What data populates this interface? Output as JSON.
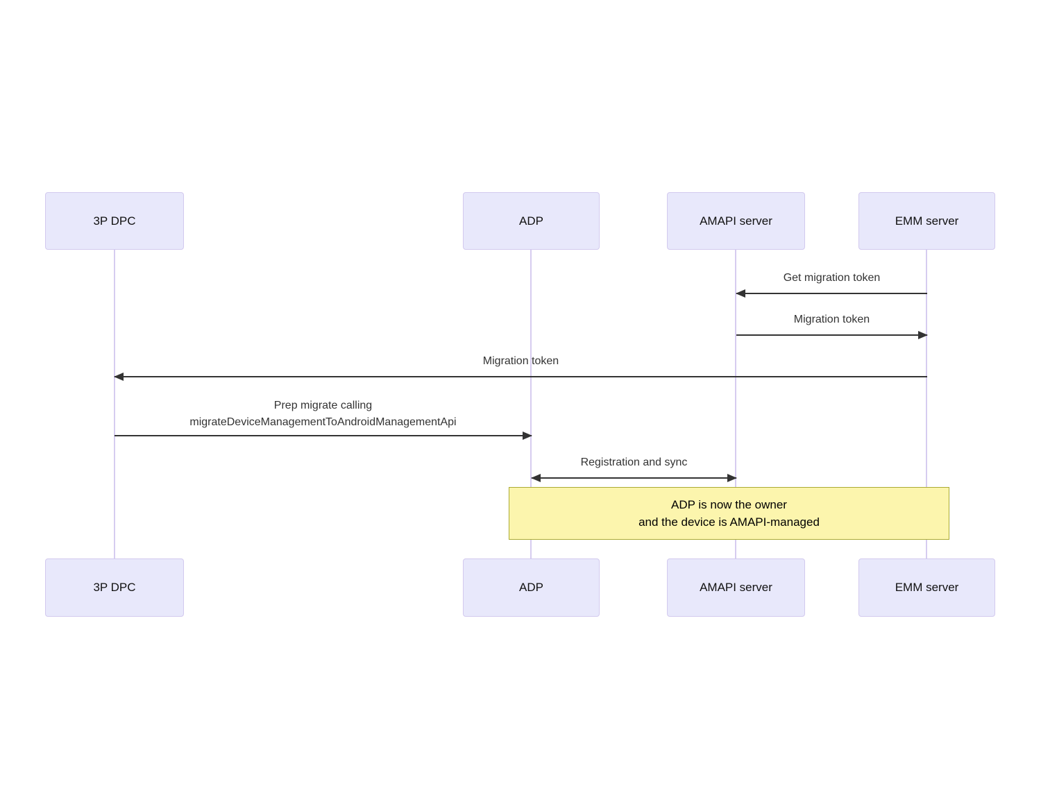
{
  "diagram": {
    "type": "sequence",
    "actors": [
      {
        "id": "3p-dpc",
        "label": "3P DPC"
      },
      {
        "id": "adp",
        "label": "ADP"
      },
      {
        "id": "amapi-server",
        "label": "AMAPI server"
      },
      {
        "id": "emm-server",
        "label": "EMM server"
      }
    ],
    "messages": [
      {
        "from": "EMM server",
        "to": "AMAPI server",
        "arrow": "left",
        "label": "Get migration token"
      },
      {
        "from": "AMAPI server",
        "to": "EMM server",
        "arrow": "right",
        "label": "Migration token"
      },
      {
        "from": "EMM server",
        "to": "3P DPC",
        "arrow": "left",
        "label": "Migration token"
      },
      {
        "from": "3P DPC",
        "to": "ADP",
        "arrow": "right",
        "label_line1": "Prep migrate calling",
        "label_line2": "migrateDeviceManagementToAndroidManagementApi"
      },
      {
        "from": "ADP",
        "to": "AMAPI server",
        "arrow": "both",
        "label": "Registration and sync"
      }
    ],
    "note": {
      "over": [
        "ADP",
        "EMM server"
      ],
      "line1": "ADP is now the owner",
      "line2": "and the device is AMAPI-managed"
    },
    "colors": {
      "actor_fill": "#E8E8FB",
      "actor_border": "#D2C9EE",
      "lifeline": "#D6CCF0",
      "arrow": "#333333",
      "message_text": "#333333",
      "note_fill": "#FCF5AD",
      "note_border": "#AAAA33",
      "note_text": "#000000",
      "background": "#FFFFFF"
    }
  }
}
